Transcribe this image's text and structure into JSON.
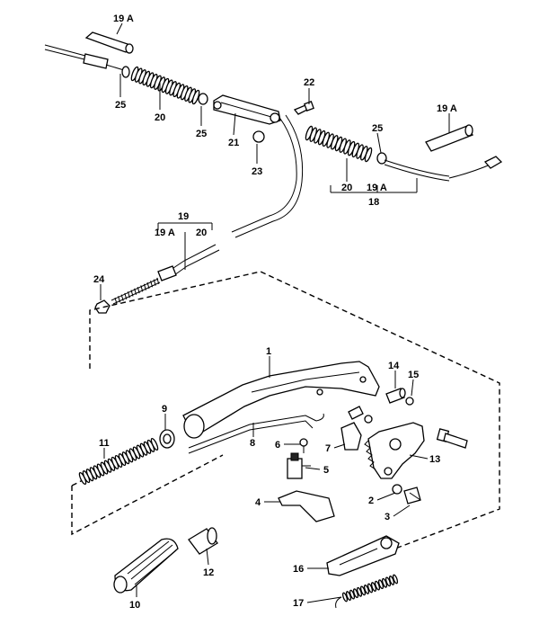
{
  "diagram": {
    "callouts": [
      {
        "key": "c19a_top",
        "text": "19 A"
      },
      {
        "key": "c25_l",
        "text": "25"
      },
      {
        "key": "c20_l",
        "text": "20"
      },
      {
        "key": "c25_m",
        "text": "25"
      },
      {
        "key": "c21",
        "text": "21"
      },
      {
        "key": "c22",
        "text": "22"
      },
      {
        "key": "c23",
        "text": "23"
      },
      {
        "key": "c25_r",
        "text": "25"
      },
      {
        "key": "c19a_r",
        "text": "19 A"
      },
      {
        "key": "c20_r",
        "text": "20"
      },
      {
        "key": "c19a_rb",
        "text": "19 A"
      },
      {
        "key": "c18",
        "text": "18"
      },
      {
        "key": "c19",
        "text": "19"
      },
      {
        "key": "c19a_m",
        "text": "19 A"
      },
      {
        "key": "c20_m",
        "text": "20"
      },
      {
        "key": "c24",
        "text": "24"
      },
      {
        "key": "c1",
        "text": "1"
      },
      {
        "key": "c14",
        "text": "14"
      },
      {
        "key": "c15",
        "text": "15"
      },
      {
        "key": "c9",
        "text": "9"
      },
      {
        "key": "c11",
        "text": "11"
      },
      {
        "key": "c8",
        "text": "8"
      },
      {
        "key": "c6",
        "text": "6"
      },
      {
        "key": "c7",
        "text": "7"
      },
      {
        "key": "c13",
        "text": "13"
      },
      {
        "key": "c5",
        "text": "5"
      },
      {
        "key": "c4",
        "text": "4"
      },
      {
        "key": "c2",
        "text": "2"
      },
      {
        "key": "c3",
        "text": "3"
      },
      {
        "key": "c12",
        "text": "12"
      },
      {
        "key": "c10",
        "text": "10"
      },
      {
        "key": "c16",
        "text": "16"
      },
      {
        "key": "c17",
        "text": "17"
      }
    ]
  }
}
